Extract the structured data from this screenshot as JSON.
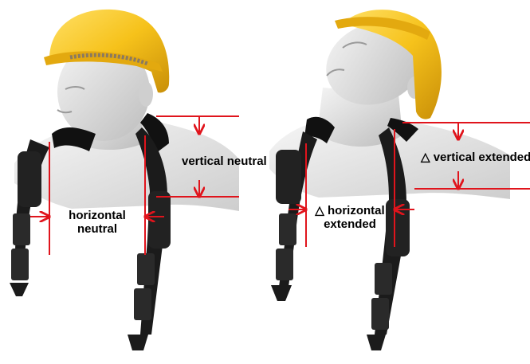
{
  "panels": [
    {
      "id": "neutral",
      "labels": {
        "vertical": "vertical neutral",
        "horizontal_line1": "horizontal",
        "horizontal_line2": "neutral"
      }
    },
    {
      "id": "extended",
      "labels": {
        "delta": "△",
        "vertical": "vertical extended",
        "horizontal_line1": "horizontal",
        "horizontal_line2": "extended"
      }
    }
  ],
  "colors": {
    "helmet": "#f6c21b",
    "helmet_shade": "#d99e0a",
    "skin": "#e4e4e4",
    "skin_shade": "#c8c8c8",
    "strap": "#1b1b1b",
    "measure": "#e0141c",
    "text": "#000000"
  }
}
